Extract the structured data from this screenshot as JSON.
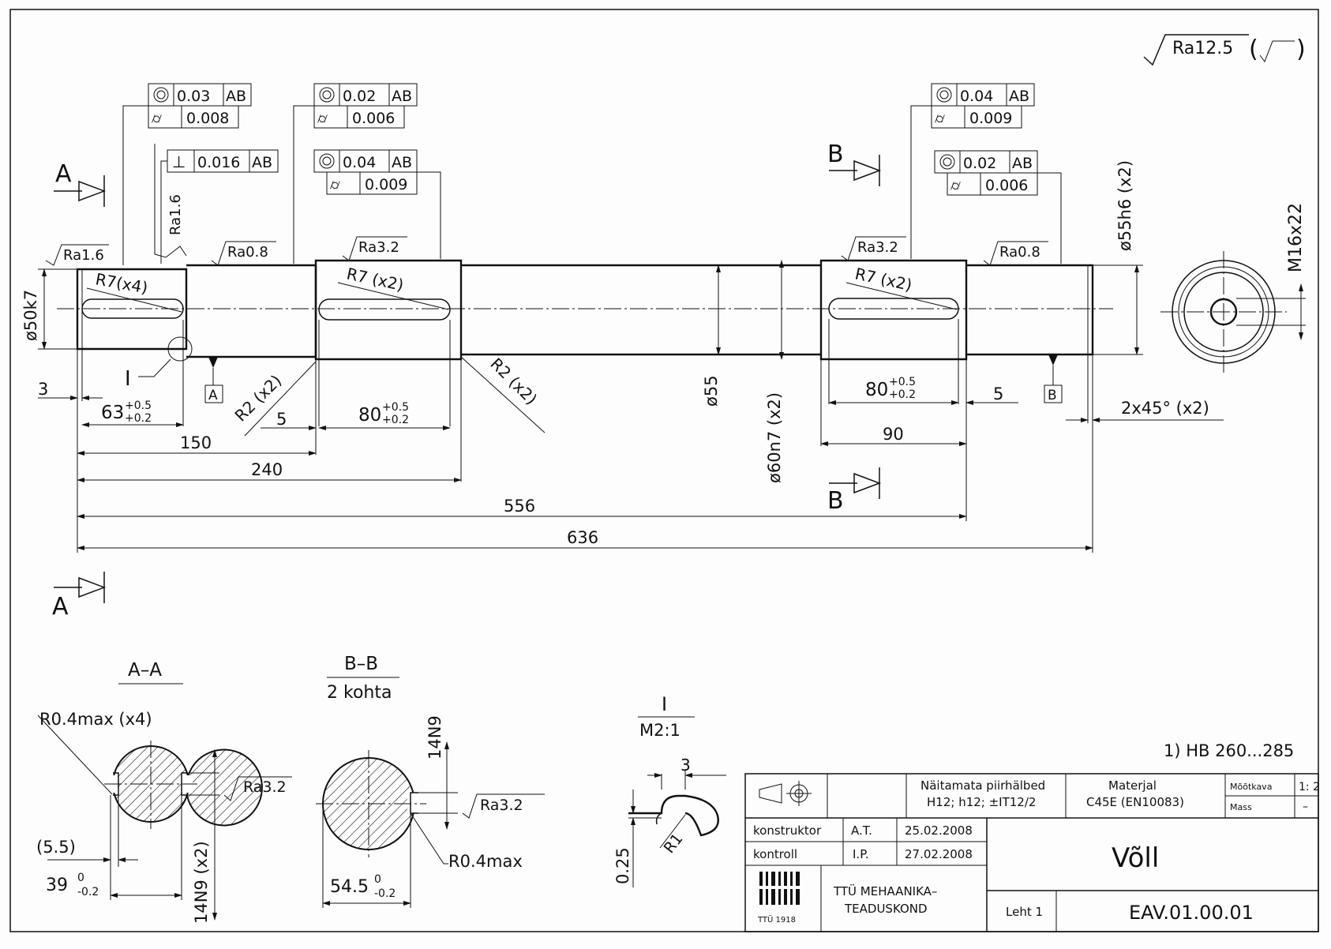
{
  "general_roughness": "Ra12.5",
  "sections": {
    "A": "A",
    "B": "B",
    "I": "I"
  },
  "datums": {
    "a": "A",
    "b": "B"
  },
  "tolerance_frames": {
    "f1_runout": "0.03",
    "f1_datum": "AB",
    "f1_cyl": "0.008",
    "f2_perp": "0.016",
    "f2_datum": "AB",
    "f3_runout": "0.02",
    "f3_datum": "AB",
    "f3_cyl": "0.006",
    "f4_runout": "0.04",
    "f4_datum": "AB",
    "f4_cyl": "0.009",
    "f5_runout": "0.04",
    "f5_datum": "AB",
    "f5_cyl": "0.009",
    "f6_runout": "0.02",
    "f6_datum": "AB",
    "f6_cyl": "0.006"
  },
  "roughness": {
    "r1": "Ra1.6",
    "r2": "Ra1.6",
    "r3": "Ra0.8",
    "r4": "Ra3.2",
    "r5": "Ra3.2",
    "r6": "Ra0.8",
    "r7": "Ra3.2",
    "r8": "Ra3.2"
  },
  "dimensions": {
    "d50k7": "ø50k7",
    "r7x4": "R7(x4)",
    "r7x2a": "R7 (x2)",
    "r7x2b": "R7 (x2)",
    "r2x2a": "R2 (x2)",
    "r2x2b": "R2 (x2)",
    "d55": "ø55",
    "d60n7": "ø60n7 (x2)",
    "d55h6": "ø55h6 (x2)",
    "m16": "M16x22",
    "l3": "3",
    "l63": "63",
    "l63_up": "+0.5",
    "l63_lo": "+0.2",
    "l5a": "5",
    "l80a": "80",
    "l80a_up": "+0.5",
    "l80a_lo": "+0.2",
    "l80b": "80",
    "l80b_up": "+0.5",
    "l80b_lo": "+0.2",
    "l5b": "5",
    "l150": "150",
    "l240": "240",
    "l90": "90",
    "l556": "556",
    "l636": "636",
    "chamfer": "2x45° (x2)"
  },
  "section_views": {
    "aa_title": "A–A",
    "bb_title": "B–B",
    "bb_sub": "2 kohta",
    "i_title": "I",
    "i_scale": "M2:1",
    "aa_r04": "R0.4max (x4)",
    "aa_55": "(5.5)",
    "aa_39": "39",
    "aa_39_up": "0",
    "aa_39_lo": "-0.2",
    "aa_14": "14N9 (x2)",
    "bb_14": "14N9",
    "bb_r04": "R0.4max",
    "bb_545": "54.5",
    "bb_545_up": "0",
    "bb_545_lo": "-0.2",
    "i_3": "3",
    "i_r1": "R1",
    "i_025": "0.25"
  },
  "note": "1) HB 260...285",
  "title_block": {
    "untoleranced_label": "Näitamata piirhälbed",
    "untoleranced_value": "H12; h12; ±IT12/2",
    "material_label": "Materjal",
    "material_value": "C45E (EN10083)",
    "scale_label": "Mõõtkava",
    "scale_value": "1: 2",
    "mass_label": "Mass",
    "mass_value": "–",
    "designer_label": "konstruktor",
    "designer_name": "A.T.",
    "designer_date": "25.02.2008",
    "checker_label": "kontroll",
    "checker_name": "I.P.",
    "checker_date": "27.02.2008",
    "org_line1": "TTÜ MEHAANIKA–",
    "org_line2": "TEADUSKOND",
    "logo_text": "TTÜ 1918",
    "part_name": "Võll",
    "sheet_label": "Leht 1",
    "drawing_number": "EAV.01.00.01"
  }
}
